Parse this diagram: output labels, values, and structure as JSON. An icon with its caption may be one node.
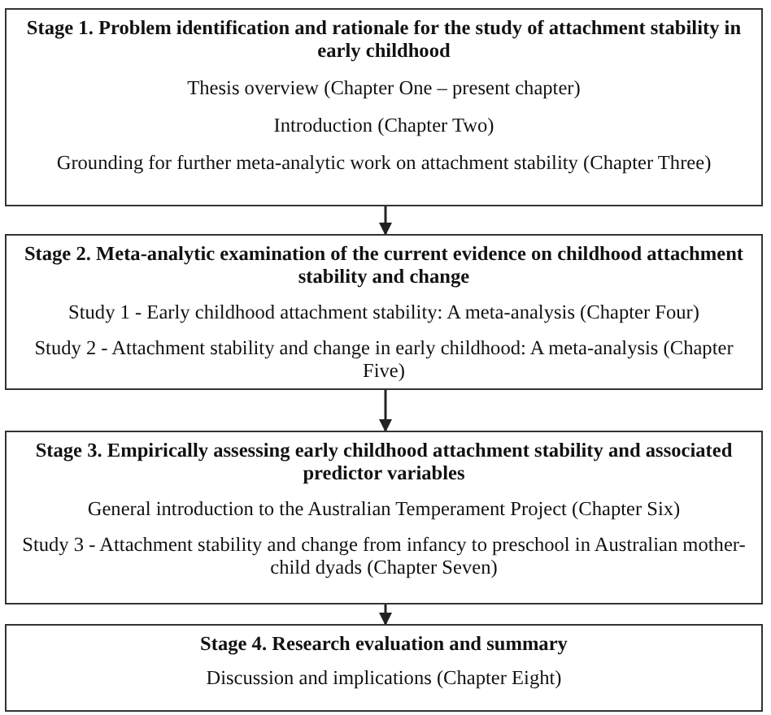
{
  "diagram": {
    "nodes": [
      {
        "text": [
          "Stage 1. Problem identification and rationale for the study of attachment stability in early childhood",
          "Thesis overview (Chapter One – present chapter)",
          "Introduction (Chapter Two)",
          "Grounding for further meta-analytic work on attachment stability (Chapter Three)"
        ]
      },
      {
        "text": [
          "Stage 2. Meta-analytic examination of the current evidence on childhood attachment stability and change",
          "Study 1 - Early childhood attachment stability: A meta-analysis (Chapter Four)",
          "Study 2 - Attachment stability and change in early childhood: A meta-analysis (Chapter Five)"
        ]
      },
      {
        "text": [
          "Stage 3. Empirically assessing early childhood attachment stability and associated predictor variables",
          "General introduction to the Australian Temperament Project (Chapter Six)",
          "Study 3 - Attachment stability and change from infancy to preschool in Australian mother-child dyads (Chapter Seven)"
        ]
      },
      {
        "text": [
          "Stage 4. Research evaluation and summary",
          "Discussion and implications (Chapter Eight)"
        ]
      }
    ],
    "edges": [
      {
        "from": 0,
        "to": 1,
        "arrow": "to"
      },
      {
        "from": 1,
        "to": 2,
        "arrow": "to"
      },
      {
        "from": 2,
        "to": 3,
        "arrow": "to"
      }
    ]
  }
}
